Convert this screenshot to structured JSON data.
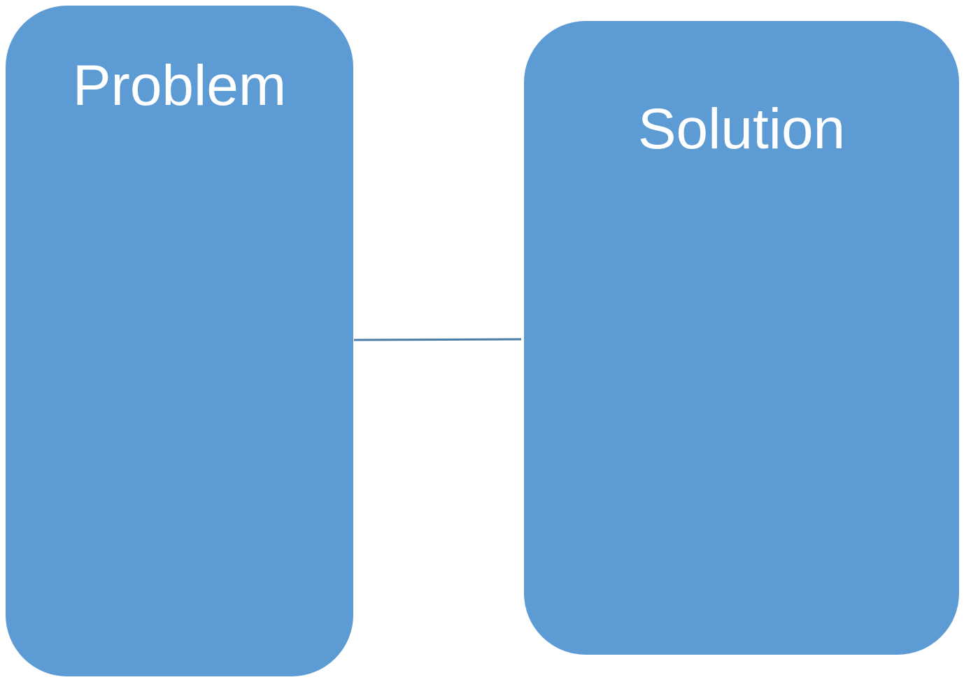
{
  "diagram": {
    "nodes": [
      {
        "id": "problem",
        "label": "Problem"
      },
      {
        "id": "solution",
        "label": "Solution"
      }
    ],
    "edges": [
      {
        "from": "problem",
        "to": "solution"
      }
    ]
  },
  "colors": {
    "background": "#ffffff",
    "box_fill": "#5d9bd4",
    "label_text": "#ffffff",
    "connector": "#4a7ea8"
  }
}
